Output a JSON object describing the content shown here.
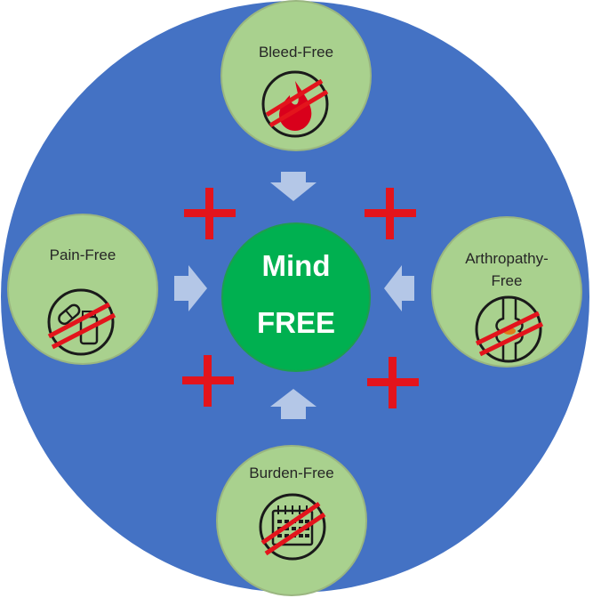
{
  "center": {
    "line1": "Mind",
    "line2": "FREE"
  },
  "nodes": {
    "bleed": {
      "label": "Bleed-Free",
      "icon": "blood-drop-crossed-icon"
    },
    "pain": {
      "label": "Pain-Free",
      "icon": "pill-and-bottle-crossed-icon"
    },
    "arthropathy": {
      "label_line1": "Arthropathy-",
      "label_line2": "Free",
      "icon": "joint-crossed-icon"
    },
    "burden": {
      "label": "Burden-Free",
      "icon": "calendar-crossed-icon"
    }
  },
  "colors": {
    "outer_circle": "#4472c4",
    "node_fill": "#a9d18e",
    "center_fill": "#00b050",
    "arrow": "#b4c7e7",
    "plus": "#e3141c",
    "cross_out": "#e3141c"
  }
}
